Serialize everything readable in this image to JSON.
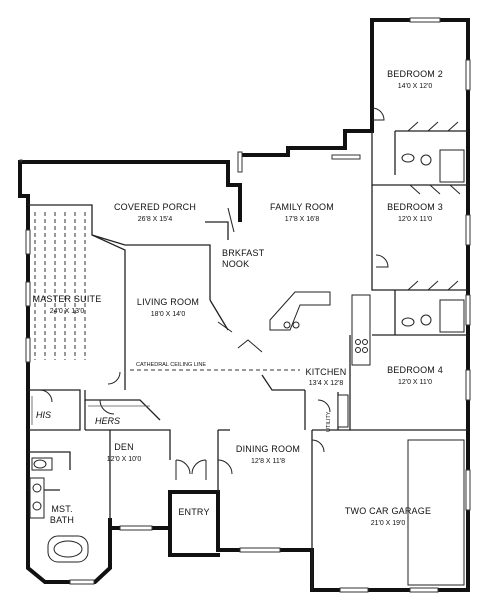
{
  "rooms": [
    {
      "id": "bedroom-2",
      "name": "BEDROOM 2",
      "size": "14'0 X 12'0"
    },
    {
      "id": "bedroom-3",
      "name": "BEDROOM 3",
      "size": "12'0 X 11'0"
    },
    {
      "id": "bedroom-4",
      "name": "BEDROOM 4",
      "size": "12'0 X 11'0"
    },
    {
      "id": "covered-porch",
      "name": "COVERED PORCH",
      "size": "26'8 X 15'4"
    },
    {
      "id": "family-room",
      "name": "FAMILY ROOM",
      "size": "17'8 X 16'8"
    },
    {
      "id": "master-suite",
      "name": "MASTER SUITE",
      "size": "24'0 X 13'0"
    },
    {
      "id": "living-room",
      "name": "LIVING ROOM",
      "size": "18'0 X 14'0"
    },
    {
      "id": "kitchen",
      "name": "KITCHEN",
      "size": "13'4 X 12'8"
    },
    {
      "id": "den",
      "name": "DEN",
      "size": "12'0 X 10'0"
    },
    {
      "id": "dining-room",
      "name": "DINING ROOM",
      "size": "12'8 X 11'8"
    },
    {
      "id": "two-car-garage",
      "name": "TWO CAR GARAGE",
      "size": "21'0 X 19'0"
    }
  ],
  "labels": {
    "brkfast_line1": "BRKFAST",
    "brkfast_line2": "NOOK",
    "entry": "ENTRY",
    "mst_bath_line1": "MST.",
    "mst_bath_line2": "BATH",
    "his": "HIS",
    "hers": "HERS",
    "cathedral": "CATHEDRAL CEILING LINE",
    "utility": "UTILITY"
  }
}
